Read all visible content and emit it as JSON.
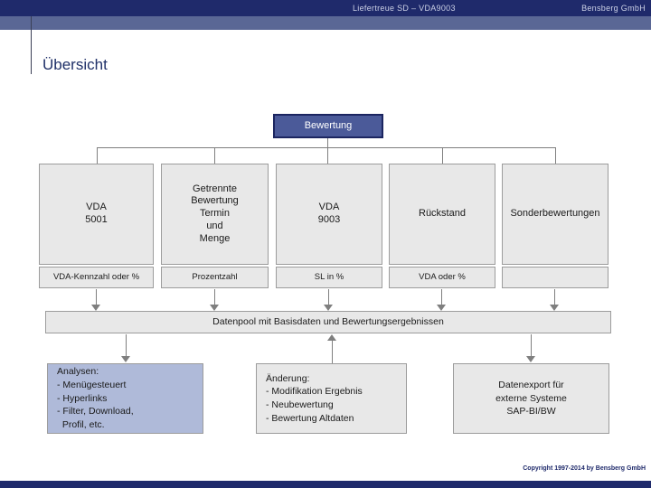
{
  "header": {
    "doc_title": "Liefertreue SD – VDA9003",
    "company": "Bensberg GmbH"
  },
  "page": {
    "title": "Übersicht"
  },
  "diagram": {
    "root": "Bewertung",
    "columns": [
      {
        "main": "VDA\n5001",
        "output": "VDA-Kennzahl oder %"
      },
      {
        "main": "Getrennte\nBewertung\nTermin\nund\nMenge",
        "output": "Prozentzahl"
      },
      {
        "main": "VDA\n9003",
        "output": "SL in %"
      },
      {
        "main": "Rückstand",
        "output": "VDA oder %"
      },
      {
        "main": "Sonderbewertungen",
        "output": ""
      }
    ],
    "datenpool": "Datenpool mit Basisdaten und Bewertungsergebnissen",
    "bottom": [
      {
        "label": "Analysen:\n- Menügesteuert\n- Hyperlinks\n- Filter, Download,\n  Profil, etc."
      },
      {
        "label": "Änderung:\n- Modifikation Ergebnis\n- Neubewertung\n- Bewertung Altdaten"
      },
      {
        "label": "Datenexport für\nexterne Systeme\nSAP-BI/BW"
      }
    ]
  },
  "footer": {
    "copyright": "Copyright 1997-2014 by Bensberg GmbH"
  },
  "colors": {
    "header_navy": "#1f2a6b",
    "accent_bar": "#5a6795",
    "root_fill": "#4b5a99",
    "root_border": "#1b2560",
    "box_fill": "#e8e8e8",
    "box_border": "#9c9c9c",
    "highlight_fill": "#afbad9",
    "connector_gray": "#7f7f7f",
    "title_navy": "#1f3068"
  }
}
